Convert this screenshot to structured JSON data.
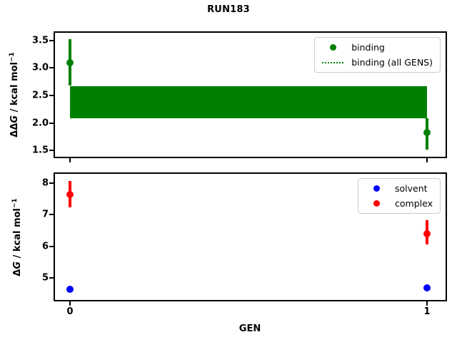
{
  "figure": {
    "title": "RUN183",
    "background": "#ffffff",
    "spine_color": "#000000"
  },
  "chart_data": [
    {
      "type": "scatter",
      "panel": "top",
      "ylabel": {
        "pre": "ΔΔ",
        "var": "G",
        "post": " / kcal mol",
        "sup": "−1"
      },
      "yticks": [
        "3.5",
        "3.0",
        "2.5",
        "2.0",
        "1.5"
      ],
      "xticks": [
        "0",
        "1"
      ],
      "xtick_labels_visible": false,
      "ylim": [
        1.39,
        3.64
      ],
      "xlim": [
        -0.042,
        1.052
      ],
      "grid": false,
      "legend_position": "upper right",
      "series": [
        {
          "name": "binding",
          "color": "#008000",
          "marker": "circle",
          "x": [
            0,
            1
          ],
          "y": [
            3.1,
            1.83
          ],
          "y_err_lo": [
            2.68,
            1.52
          ],
          "y_err_hi": [
            3.53,
            2.09
          ]
        }
      ],
      "band": {
        "name": "binding (all GENS)",
        "color": "#008000",
        "x": [
          0,
          1
        ],
        "y_lo": 2.09,
        "y_hi": 2.67
      },
      "legend": [
        {
          "label": "binding",
          "marker": "dot",
          "color": "#008000"
        },
        {
          "label": "binding (all GENS)",
          "marker": "dotted-line",
          "color": "#008000"
        }
      ]
    },
    {
      "type": "scatter",
      "panel": "bottom",
      "xlabel": "GEN",
      "ylabel": {
        "pre": "Δ",
        "var": "G",
        "post": " / kcal mol",
        "sup": "−1"
      },
      "yticks": [
        "8",
        "7",
        "6",
        "5"
      ],
      "xticks": [
        "0",
        "1"
      ],
      "xtick_labels_visible": true,
      "ylim": [
        4.31,
        8.29
      ],
      "xlim": [
        -0.042,
        1.052
      ],
      "grid": false,
      "legend_position": "upper right",
      "series": [
        {
          "name": "solvent",
          "color": "#0000ff",
          "marker": "circle",
          "x": [
            0,
            1
          ],
          "y": [
            4.64,
            4.7
          ],
          "y_err_lo": [
            4.6,
            4.66
          ],
          "y_err_hi": [
            4.68,
            4.74
          ]
        },
        {
          "name": "complex",
          "color": "#ff0000",
          "marker": "circle",
          "x": [
            0,
            1
          ],
          "y": [
            7.63,
            6.41
          ],
          "y_err_lo": [
            7.23,
            6.06
          ],
          "y_err_hi": [
            8.07,
            6.83
          ]
        }
      ],
      "legend": [
        {
          "label": "solvent",
          "marker": "dot",
          "color": "#0000ff"
        },
        {
          "label": "complex",
          "marker": "dot",
          "color": "#ff0000"
        }
      ]
    }
  ]
}
